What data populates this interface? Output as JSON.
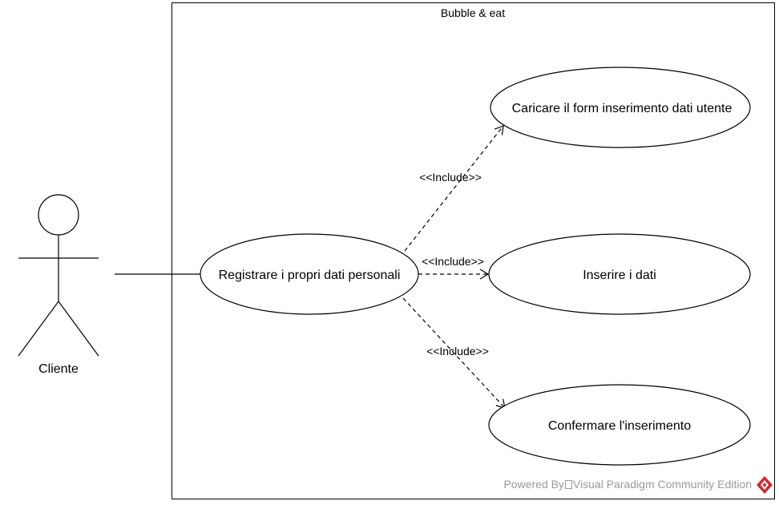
{
  "system": {
    "title": "Bubble & eat"
  },
  "actor": {
    "name": "Cliente"
  },
  "use_cases": {
    "main": "Registrare i propri dati personali",
    "load_form": "Caricare il form inserimento dati utente",
    "insert_data": "Inserire i dati",
    "confirm": "Confermare l'inserimento"
  },
  "relations": {
    "include_load_form": "<<Include>>",
    "include_insert_data": "<<Include>>",
    "include_confirm": "<<Include>>"
  },
  "footer": {
    "powered_by": "Powered By",
    "edition": "Visual Paradigm Community Edition",
    "logo_icon": "visual-paradigm-logo-icon"
  },
  "colors": {
    "line": "#000000",
    "footer_text": "#9a9a9a",
    "logo_red": "#d5262b"
  }
}
